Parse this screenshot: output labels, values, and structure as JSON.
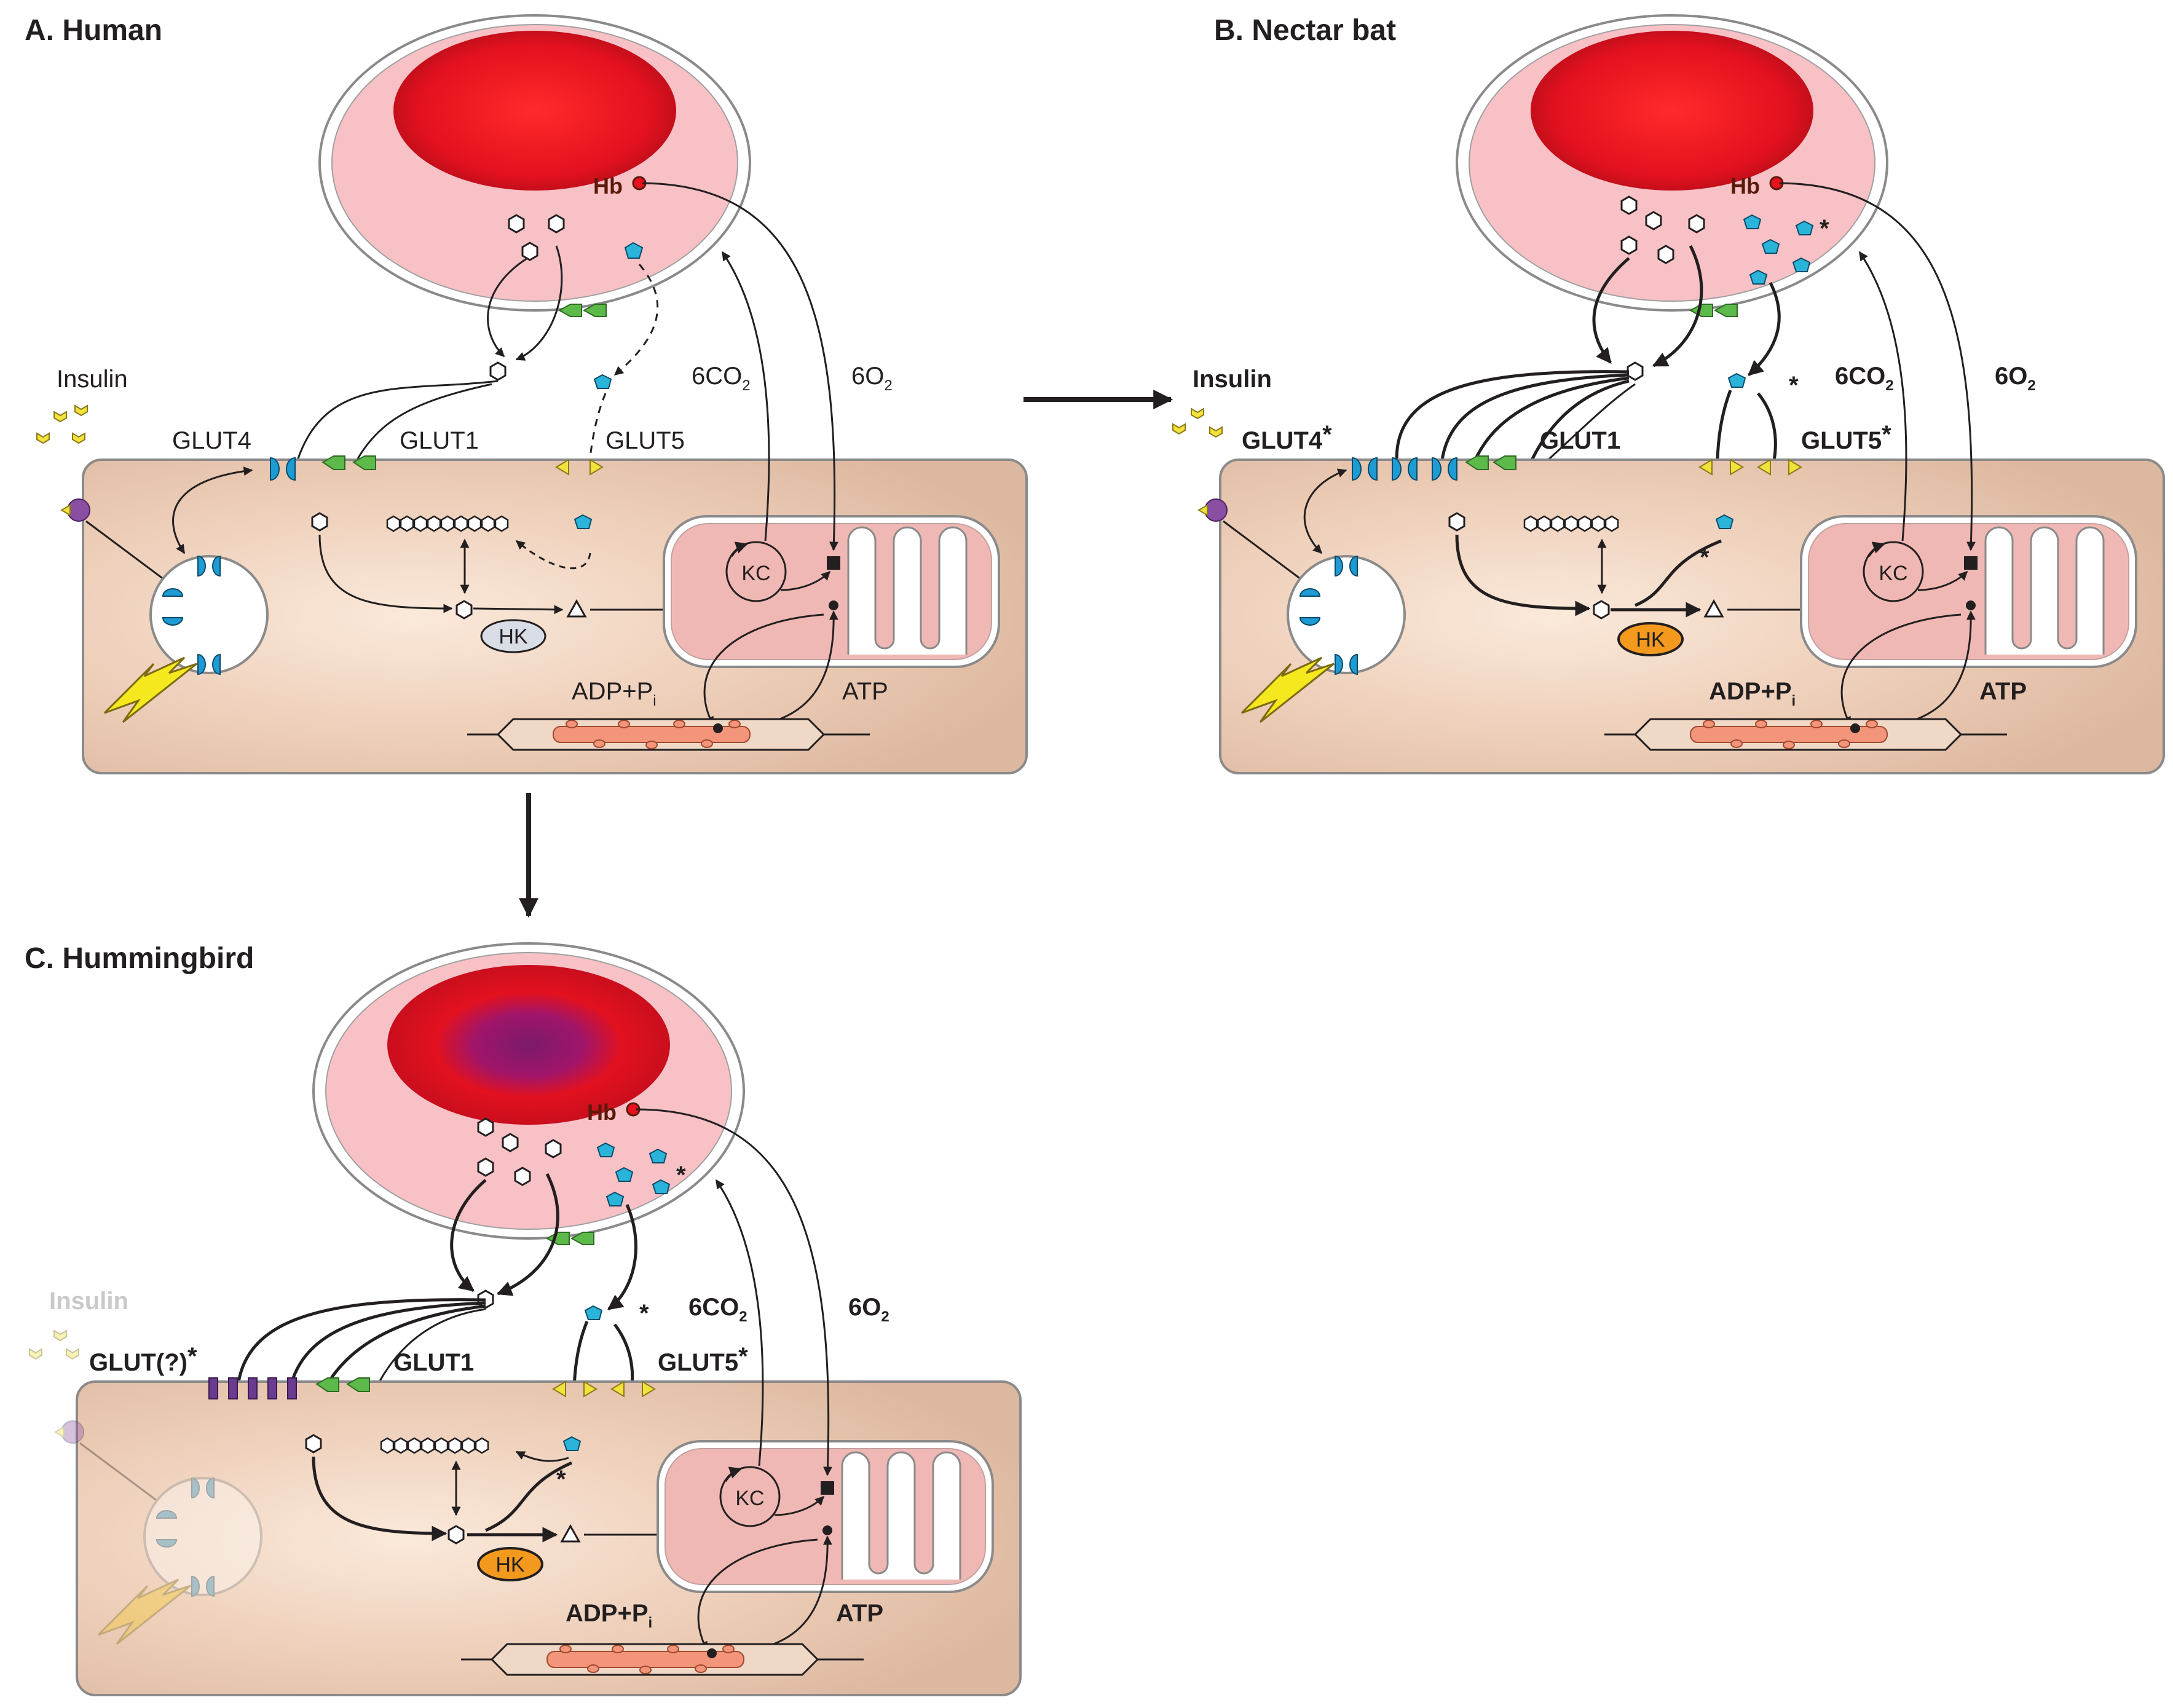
{
  "panels": [
    {
      "title": "A. Human",
      "insulin_label": "Insulin",
      "transporters": {
        "glut_a": "GLUT4",
        "glut_b": "GLUT1",
        "glut_c": "GLUT5"
      },
      "hb": "Hb",
      "co2": "6CO",
      "co2_sub": "2",
      "o2": "6O",
      "o2_sub": "2",
      "adp": "ADP+P",
      "adp_sub": "i",
      "atp": "ATP",
      "hk": "HK",
      "kc": "KC",
      "hk_color": "#d8dde6"
    },
    {
      "title": "B. Nectar bat",
      "insulin_label": "Insulin",
      "transporters": {
        "glut_a": "GLUT4",
        "glut_b": "GLUT1",
        "glut_c": "GLUT5"
      },
      "hb": "Hb",
      "co2": "6CO",
      "co2_sub": "2",
      "o2": "6O",
      "o2_sub": "2",
      "adp": "ADP+P",
      "adp_sub": "i",
      "atp": "ATP",
      "hk": "HK",
      "kc": "KC",
      "hk_color": "#f39a1e",
      "star": "*"
    },
    {
      "title": "C. Hummingbird",
      "insulin_label": "Insulin",
      "transporters": {
        "glut_a": "GLUT(?)",
        "glut_b": "GLUT1",
        "glut_c": "GLUT5"
      },
      "hb": "Hb",
      "co2": "6CO",
      "co2_sub": "2",
      "o2": "6O",
      "o2_sub": "2",
      "adp": "ADP+P",
      "adp_sub": "i",
      "atp": "ATP",
      "hk": "HK",
      "kc": "KC",
      "hk_color": "#f39a1e",
      "star": "*"
    }
  ],
  "colors": {
    "cell": "#e4c3ad",
    "rbc": "#f7c4c8",
    "rbc_core": "#e8101e",
    "glucose": "#ffffff",
    "fructose": "#2bb4d9",
    "glut1": "#5db94a",
    "glut5": "#f2e23b",
    "glut4": "#1f9bd3",
    "bird_glut": "#6a3b8f",
    "lightning": "#f5e81e",
    "insulin": "#f2e23b",
    "receptor": "#8a4ea3"
  }
}
